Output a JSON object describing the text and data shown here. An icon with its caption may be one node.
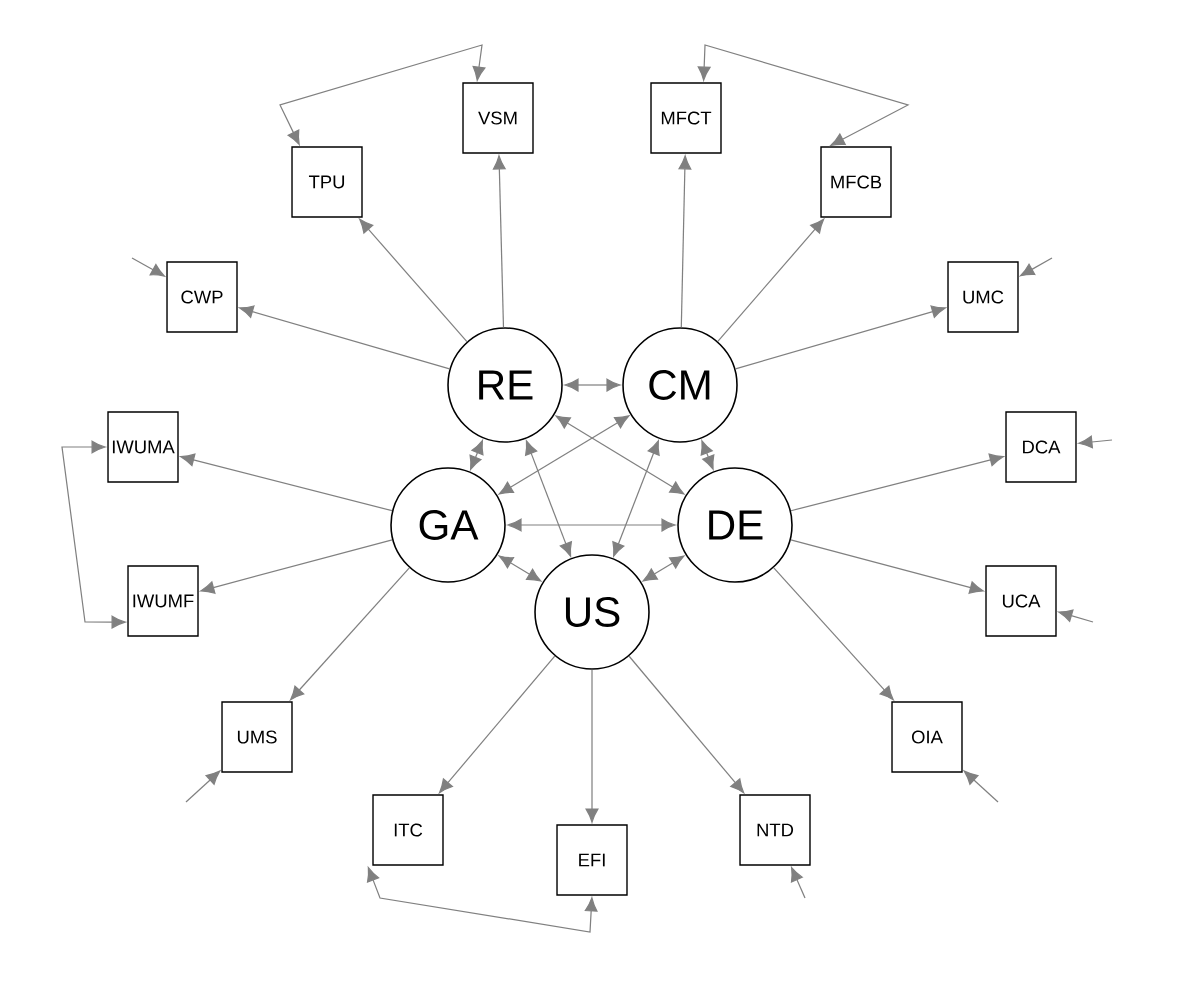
{
  "diagram": {
    "nodes": [
      {
        "text": [
          "VSM"
        ]
      },
      {
        "text": [
          "MFCT"
        ]
      },
      {
        "text": [
          "TPU"
        ]
      },
      {
        "text": [
          "MFCB"
        ]
      },
      {
        "text": [
          "CWP"
        ]
      },
      {
        "text": [
          "UMC"
        ]
      },
      {
        "text": [
          "RE"
        ]
      },
      {
        "text": [
          "CM"
        ]
      },
      {
        "text": [
          "IWUMA"
        ]
      },
      {
        "text": [
          "DCA"
        ]
      },
      {
        "text": [
          "GA"
        ]
      },
      {
        "text": [
          "DE"
        ]
      },
      {
        "text": [
          "IWUMF"
        ]
      },
      {
        "text": [
          "UCA"
        ]
      },
      {
        "text": [
          "US"
        ]
      },
      {
        "text": [
          "UMS"
        ]
      },
      {
        "text": [
          "OIA"
        ]
      },
      {
        "text": [
          "ITC"
        ]
      },
      {
        "text": [
          "NTD"
        ]
      },
      {
        "text": [
          "EFI"
        ]
      }
    ],
    "edges": [
      {
        "from": 6,
        "to": 0,
        "arrow": "to"
      },
      {
        "from": 6,
        "to": 2,
        "arrow": "to"
      },
      {
        "from": 6,
        "to": 4,
        "arrow": "to"
      },
      {
        "from": 7,
        "to": 1,
        "arrow": "to"
      },
      {
        "from": 7,
        "to": 3,
        "arrow": "to"
      },
      {
        "from": 7,
        "to": 5,
        "arrow": "to"
      },
      {
        "from": 10,
        "to": 8,
        "arrow": "to"
      },
      {
        "from": 10,
        "to": 12,
        "arrow": "to"
      },
      {
        "from": 10,
        "to": 15,
        "arrow": "to"
      },
      {
        "from": 11,
        "to": 9,
        "arrow": "to"
      },
      {
        "from": 11,
        "to": 13,
        "arrow": "to"
      },
      {
        "from": 11,
        "to": 16,
        "arrow": "to"
      },
      {
        "from": 14,
        "to": 17,
        "arrow": "to"
      },
      {
        "from": 14,
        "to": 19,
        "arrow": "to"
      },
      {
        "from": 14,
        "to": 18,
        "arrow": "to"
      },
      {
        "from": 6,
        "to": 7,
        "arrow": "both"
      },
      {
        "from": 6,
        "to": 10,
        "arrow": "both"
      },
      {
        "from": 6,
        "to": 11,
        "arrow": "both"
      },
      {
        "from": 6,
        "to": 14,
        "arrow": "both"
      },
      {
        "from": 7,
        "to": 10,
        "arrow": "both"
      },
      {
        "from": 7,
        "to": 11,
        "arrow": "both"
      },
      {
        "from": 7,
        "to": 14,
        "arrow": "both"
      },
      {
        "from": 10,
        "to": 11,
        "arrow": "both"
      },
      {
        "from": 10,
        "to": 14,
        "arrow": "both"
      },
      {
        "from": 11,
        "to": 14,
        "arrow": "both"
      },
      {
        "from": 2,
        "to": 0,
        "arrow": "both"
      },
      {
        "from": 1,
        "to": 3,
        "arrow": "both"
      },
      {
        "from": 8,
        "to": 12,
        "arrow": "both"
      },
      {
        "from": 17,
        "to": 19,
        "arrow": "both"
      },
      {
        "from": null,
        "to": 4,
        "arrow": "to"
      },
      {
        "from": null,
        "to": 5,
        "arrow": "to"
      },
      {
        "from": null,
        "to": 9,
        "arrow": "to"
      },
      {
        "from": null,
        "to": 13,
        "arrow": "to"
      },
      {
        "from": null,
        "to": 16,
        "arrow": "to"
      },
      {
        "from": null,
        "to": 18,
        "arrow": "to"
      },
      {
        "from": null,
        "to": 15,
        "arrow": "to"
      }
    ]
  }
}
